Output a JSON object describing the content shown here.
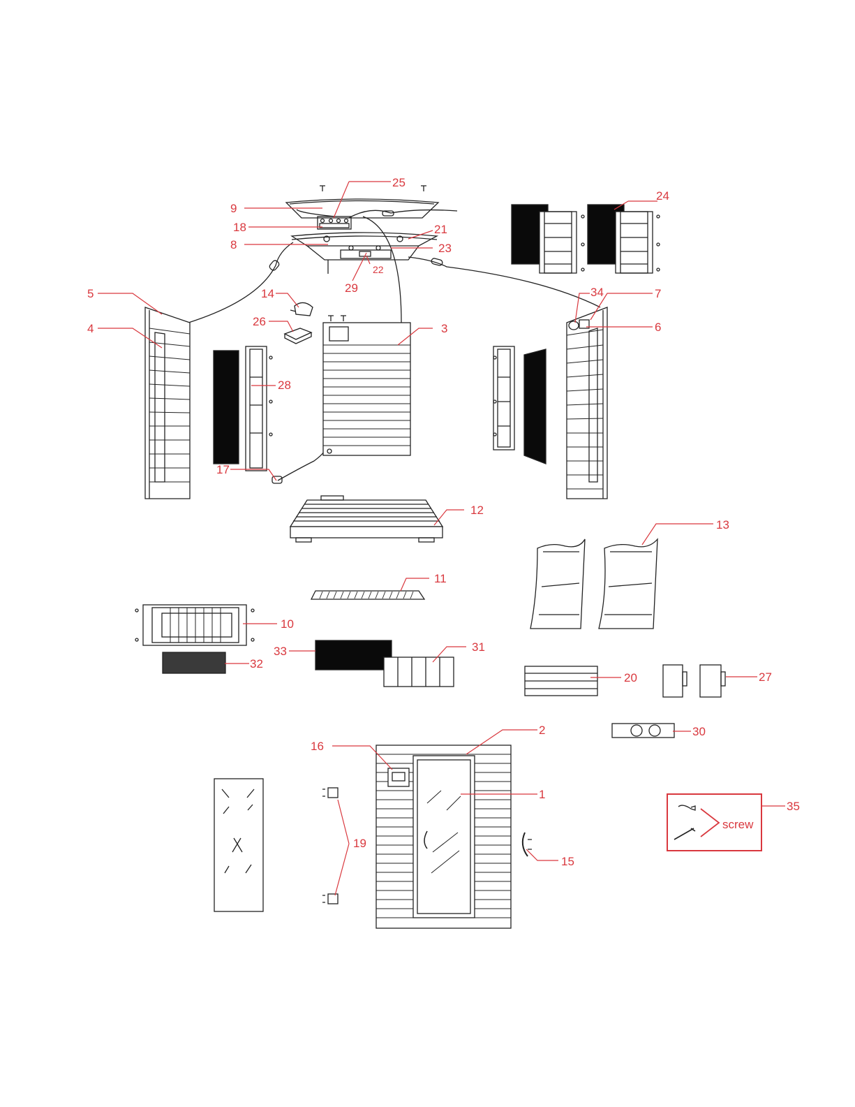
{
  "colors": {
    "label": "#d9383e",
    "line": "#222222",
    "fill_dark": "#0a0a0a",
    "fill_gray": "#3a3a3a"
  },
  "callouts": [
    {
      "id": "1",
      "text": "1"
    },
    {
      "id": "2",
      "text": "2"
    },
    {
      "id": "3",
      "text": "3"
    },
    {
      "id": "4",
      "text": "4"
    },
    {
      "id": "5",
      "text": "5"
    },
    {
      "id": "6",
      "text": "6"
    },
    {
      "id": "7",
      "text": "7"
    },
    {
      "id": "8",
      "text": "8"
    },
    {
      "id": "9",
      "text": "9"
    },
    {
      "id": "10",
      "text": "10"
    },
    {
      "id": "11",
      "text": "11"
    },
    {
      "id": "12",
      "text": "12"
    },
    {
      "id": "13",
      "text": "13"
    },
    {
      "id": "14",
      "text": "14"
    },
    {
      "id": "15",
      "text": "15"
    },
    {
      "id": "16",
      "text": "16"
    },
    {
      "id": "17",
      "text": "17"
    },
    {
      "id": "18",
      "text": "18"
    },
    {
      "id": "19",
      "text": "19"
    },
    {
      "id": "20",
      "text": "20"
    },
    {
      "id": "21",
      "text": "21"
    },
    {
      "id": "22",
      "text": "22"
    },
    {
      "id": "23",
      "text": "23"
    },
    {
      "id": "24",
      "text": "24"
    },
    {
      "id": "25",
      "text": "25"
    },
    {
      "id": "26",
      "text": "26"
    },
    {
      "id": "27",
      "text": "27"
    },
    {
      "id": "28",
      "text": "28"
    },
    {
      "id": "29",
      "text": "29"
    },
    {
      "id": "30",
      "text": "30"
    },
    {
      "id": "31",
      "text": "31"
    },
    {
      "id": "32",
      "text": "32"
    },
    {
      "id": "33",
      "text": "33"
    },
    {
      "id": "34",
      "text": "34"
    },
    {
      "id": "35",
      "text": "35"
    }
  ],
  "legend": {
    "screw_text": "screw"
  }
}
